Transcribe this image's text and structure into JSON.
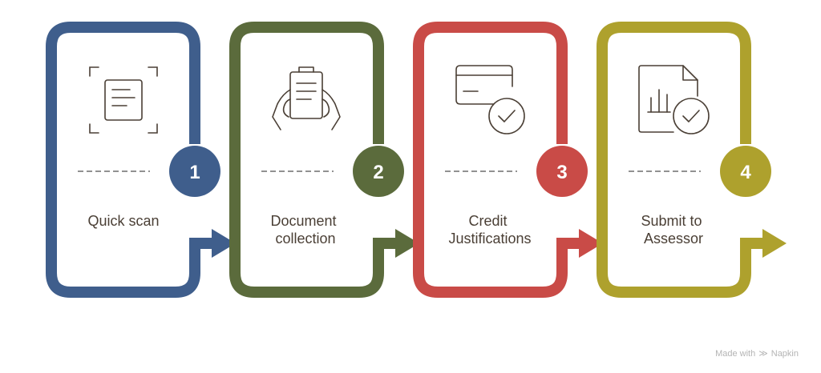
{
  "steps": [
    {
      "number": "1",
      "label_lines": [
        "Quick scan"
      ],
      "color": "#3f5e8c",
      "icon": "document-scan-icon"
    },
    {
      "number": "2",
      "label_lines": [
        "Document",
        "collection"
      ],
      "color": "#5b6b3c",
      "icon": "clipboard-hands-icon"
    },
    {
      "number": "3",
      "label_lines": [
        "Credit",
        "Justifications"
      ],
      "color": "#c94b47",
      "icon": "credit-card-check-icon"
    },
    {
      "number": "4",
      "label_lines": [
        "Submit to",
        "Assessor"
      ],
      "color": "#aea12d",
      "icon": "report-check-icon"
    }
  ],
  "watermark": {
    "prefix": "Made with",
    "brand": "Napkin",
    "icon": "napkin-logo-icon"
  }
}
